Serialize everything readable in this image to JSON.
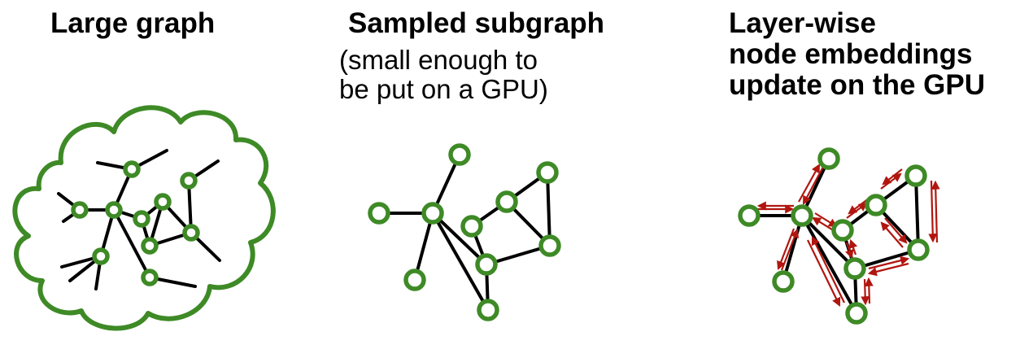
{
  "panels": [
    {
      "id": "large-graph",
      "title": "Large graph"
    },
    {
      "id": "sampled-subgraph",
      "title": "Sampled subgraph",
      "subtitle_lines": [
        "(small enough to",
        "be put on a GPU)"
      ]
    },
    {
      "id": "layer-wise-update",
      "title_lines": [
        "Layer-wise",
        "node embeddings",
        "update on the GPU"
      ]
    }
  ],
  "colors": {
    "node_outline": "#3e8a26",
    "cloud_outline": "#3e8a26",
    "edge": "#000000",
    "message_arrows": "#b0160f"
  }
}
